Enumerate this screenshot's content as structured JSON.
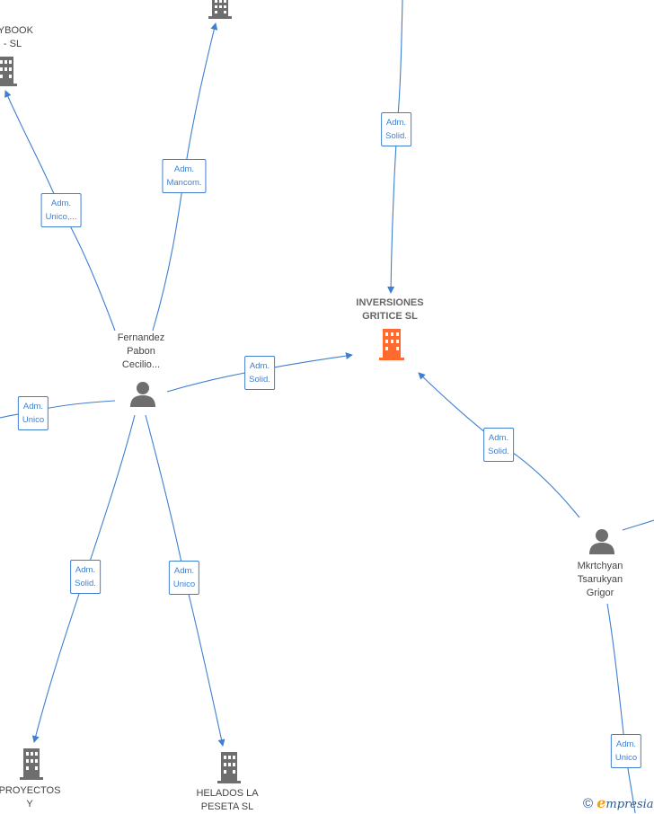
{
  "colors": {
    "edge": "#3f7fd1",
    "person": "#6e6e6e",
    "company": "#6e6e6e",
    "focus": "#ff6b2e"
  },
  "nodes": {
    "partial_tl": {
      "label": "TYBOOK\n- SL"
    },
    "inversiones": {
      "label": "INVERSIONES\nGRITICE SL"
    },
    "fernandez": {
      "label": "Fernandez\nPabon\nCecilio..."
    },
    "mkrtchyan": {
      "label": "Mkrtchyan\nTsarukyan\nGrigor"
    },
    "proyectos": {
      "label": "PROYECTOS\nY"
    },
    "helados": {
      "label": "HELADOS LA\nPESETA SL"
    }
  },
  "edges": {
    "e1": {
      "label": "Adm.\nSolid."
    },
    "e2": {
      "label": "Adm.\nMancom."
    },
    "e3": {
      "label": "Adm.\nUnico,..."
    },
    "e4": {
      "label": "Adm.\nSolid."
    },
    "e5": {
      "label": "Adm.\nUnico"
    },
    "e6": {
      "label": "Adm.\nSolid."
    },
    "e7": {
      "label": "Adm.\nSolid."
    },
    "e8": {
      "label": "Adm.\nUnico"
    },
    "e9": {
      "label": "Adm.\nUnico"
    }
  },
  "watermark": {
    "symbol": "©",
    "first_letter": "e",
    "rest": "mpresia"
  }
}
